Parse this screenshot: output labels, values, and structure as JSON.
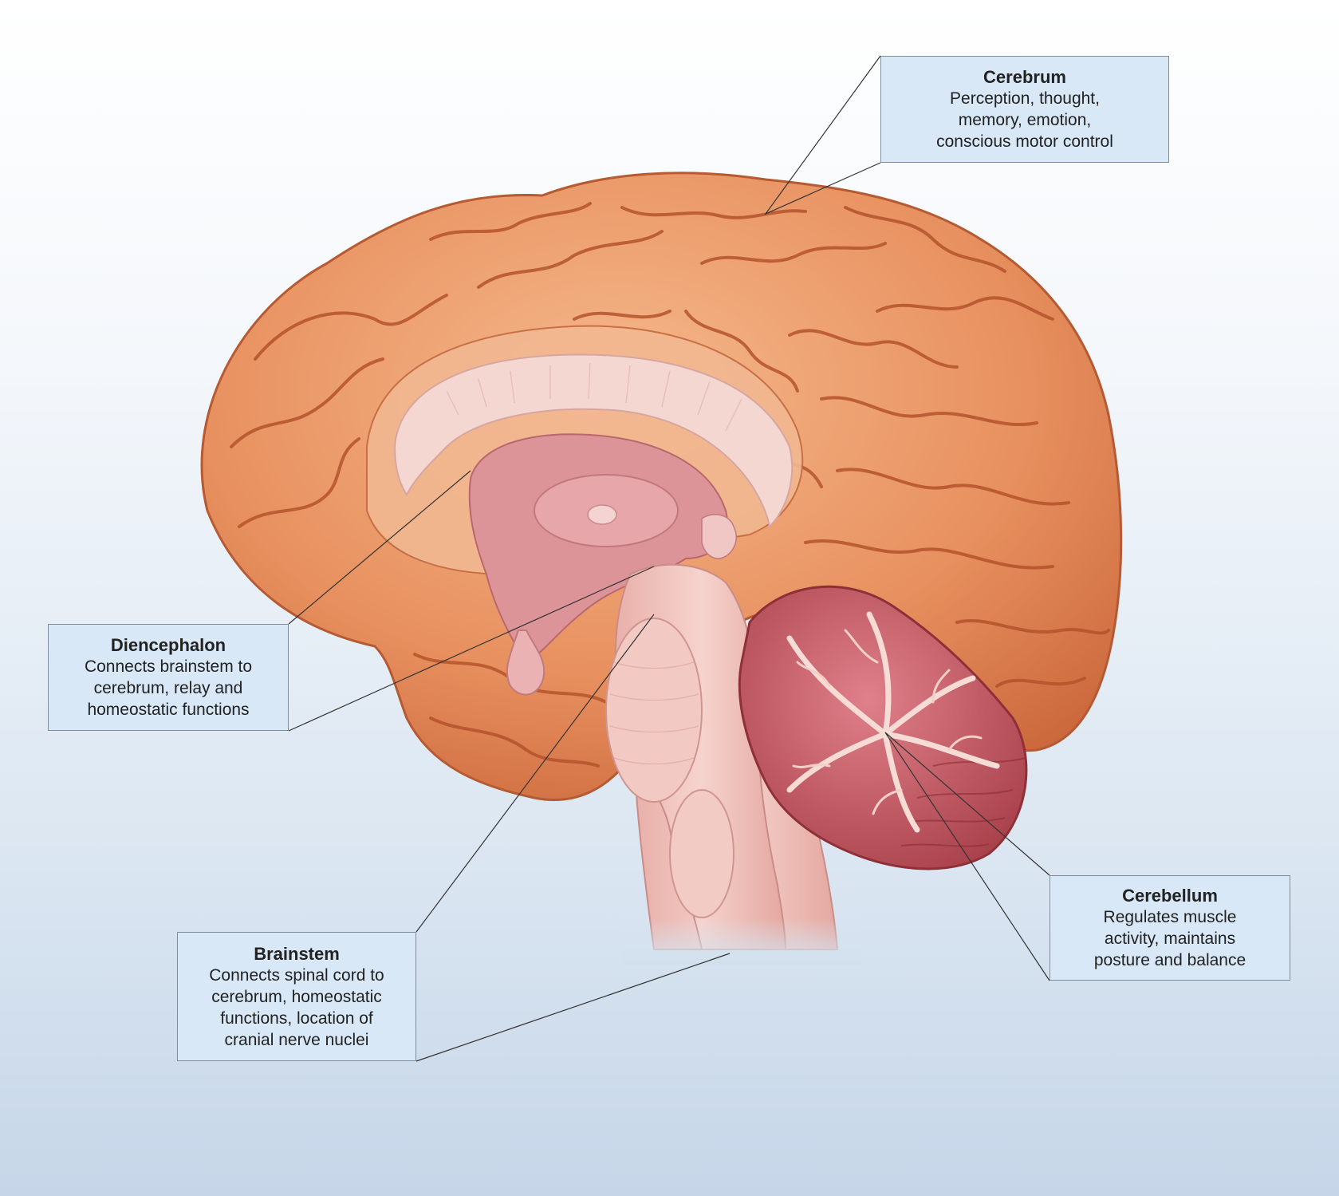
{
  "callouts": {
    "cerebrum": {
      "title": "Cerebrum",
      "desc": "Perception, thought,\nmemory, emotion,\nconscious motor control"
    },
    "diencephalon": {
      "title": "Diencephalon",
      "desc": "Connects brainstem to\ncerebrum, relay and\nhomeostatic functions"
    },
    "brainstem": {
      "title": "Brainstem",
      "desc": "Connects spinal cord to\ncerebrum, homeostatic\nfunctions, location of\ncranial nerve nuclei"
    },
    "cerebellum": {
      "title": "Cerebellum",
      "desc": "Regulates muscle\nactivity, maintains\nposture and balance"
    }
  },
  "colors": {
    "cerebrum": "#e48d5f",
    "cerebrum_highlight": "#f3b587",
    "sulcus": "#b5532c",
    "diencephalon": "#d98b8e",
    "corpus_callosum": "#f4d4d0",
    "brainstem": "#f0c3bd",
    "cerebellum": "#c7545c",
    "arbor_vitae": "#f6dcd6",
    "callout_fill": "#d9e8f7",
    "callout_border": "#7f8d9c"
  }
}
